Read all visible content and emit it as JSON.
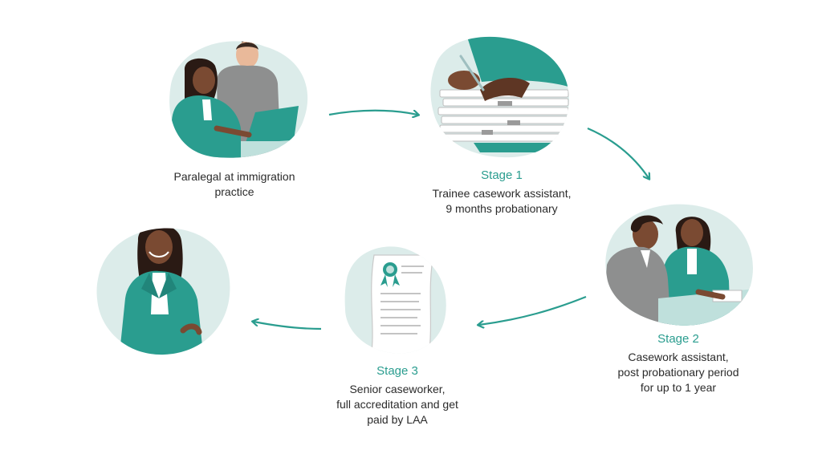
{
  "colors": {
    "teal": "#2a9d8f",
    "teal_dark": "#21857a",
    "blob": "#dcecea",
    "skin": "#7a4a32",
    "hair": "#2a1a14",
    "grey": "#8e8f8f",
    "text": "#2b2b2b"
  },
  "steps": [
    {
      "stage": "",
      "lines": [
        "Paralegal at immigration",
        "practice"
      ],
      "icon": "two-women-at-laptop-icon"
    },
    {
      "stage": "Stage 1",
      "lines": [
        "Trainee casework assistant,",
        "9 months probationary"
      ],
      "icon": "hands-signing-paper-stack-icon"
    },
    {
      "stage": "Stage 2",
      "lines": [
        "Casework assistant,",
        "post probationary period",
        "for up to 1 year"
      ],
      "icon": "man-and-woman-at-desk-icon"
    },
    {
      "stage": "Stage 3",
      "lines": [
        "Senior caseworker,",
        "full accreditation and get",
        "paid by LAA"
      ],
      "icon": "certificate-scroll-icon"
    },
    {
      "stage": "",
      "lines": [],
      "icon": "smiling-professional-woman-icon"
    }
  ]
}
